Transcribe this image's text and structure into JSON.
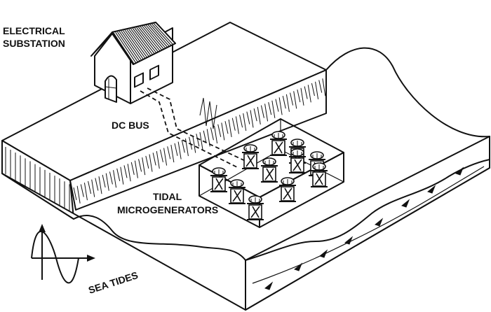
{
  "labels": {
    "substation_line1": "ELECTRICAL",
    "substation_line2": "SUBSTATION",
    "dc_bus": "DC BUS",
    "tidal_line1": "TIDAL",
    "tidal_line2": "MICROGENERATORS",
    "sea_tides": "SEA TIDES"
  },
  "colors": {
    "stroke": "#111111",
    "fill": "#ffffff"
  },
  "icons": {
    "tide_signal": "sine-wave-axes-icon",
    "flow": "arrow-icon"
  },
  "generator_count": 11,
  "arrow_count": 8
}
